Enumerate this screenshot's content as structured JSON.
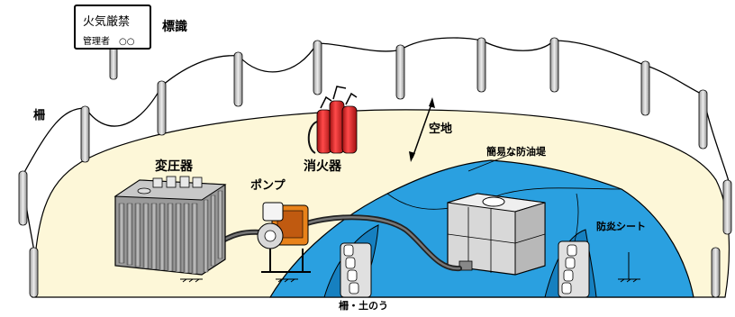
{
  "labels": {
    "sign_board": "標識",
    "sign_title": "火気厳禁",
    "sign_manager": "管理者　○○",
    "fence": "柵",
    "open_space": "空地",
    "extinguisher": "消火器",
    "transformer": "変圧器",
    "pump": "ポンプ",
    "simple_dike": "簡易な防油堤",
    "fire_sheet": "防炎シート",
    "fence_sandbag": "柵・土のう"
  },
  "colors": {
    "ground": "#fdf7d8",
    "tarp": "#2aa0e0",
    "tarp_dark": "#1680c0",
    "extinguisher": "#d81e1e",
    "transformer": "#8a8a8a",
    "pump_body": "#d8d8d8",
    "pump_engine": "#e8821a",
    "hose": "#444444",
    "post": "#c8c8c8"
  }
}
